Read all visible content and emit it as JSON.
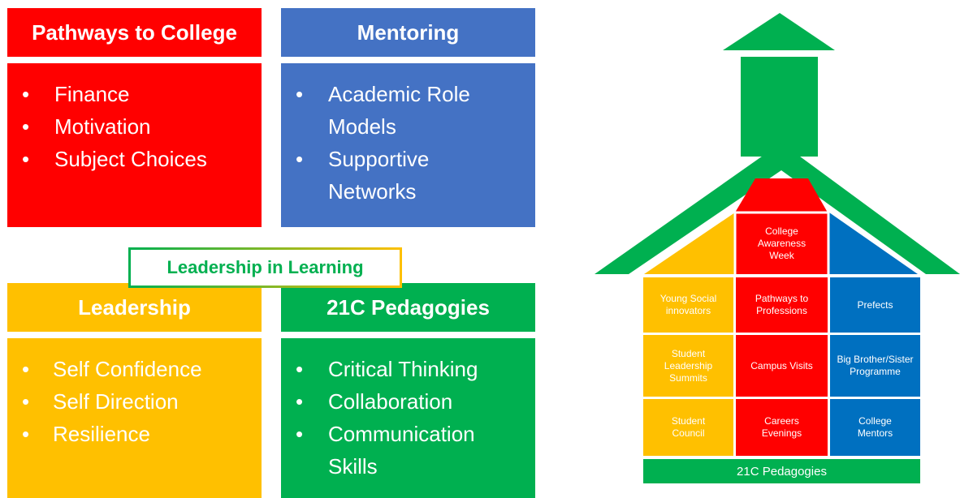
{
  "left": {
    "pathways": {
      "title": "Pathways to College",
      "items": [
        "Finance",
        "Motivation",
        "Subject Choices"
      ]
    },
    "mentoring": {
      "title": "Mentoring",
      "items": [
        "Academic Role Models",
        "Supportive Networks"
      ]
    },
    "leadership_in_learning": "Leadership in Learning",
    "leadership": {
      "title": "Leadership",
      "items": [
        "Self Confidence",
        "Self Direction",
        "Resilience"
      ]
    },
    "pedagogies": {
      "title": "21C Pedagogies",
      "items": [
        "Critical Thinking",
        "Collaboration",
        "Communication Skills"
      ]
    }
  },
  "house": {
    "roof_cell": "College Awareness Week",
    "grid": [
      [
        "Young Social innovators",
        "Pathways to Professions",
        "Prefects"
      ],
      [
        "Student Leadership Summits",
        "Campus Visits",
        "Big Brother/Sister Programme"
      ],
      [
        "Student Council",
        "Careers Evenings",
        "College Mentors"
      ]
    ],
    "base": "21C Pedagogies"
  },
  "colors": {
    "red": "#ff0000",
    "blue": "#4472c4",
    "house_blue": "#0070c0",
    "yellow": "#ffc000",
    "green": "#00b050"
  }
}
